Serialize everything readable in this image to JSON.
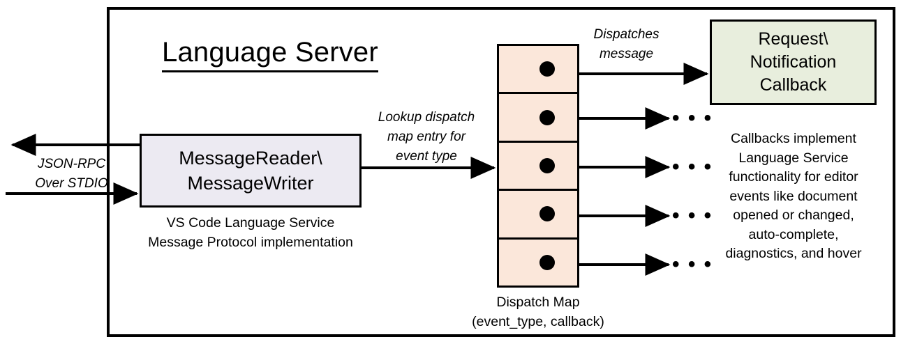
{
  "diagram": {
    "title": "Language Server",
    "io_label": "JSON-RPC\nOver STDIO",
    "io_label_line1": "JSON-RPC",
    "io_label_line2": "Over STDIO"
  },
  "message_reader": {
    "line1": "MessageReader\\",
    "line2": "MessageWriter",
    "caption_line1": "VS Code Language Service",
    "caption_line2": "Message Protocol implementation",
    "fill_color": "#eceaf2"
  },
  "lookup_arrow": {
    "label_line1": "Lookup dispatch",
    "label_line2": "map entry for",
    "label_line3": "event type"
  },
  "dispatch_map": {
    "caption_line1": "Dispatch Map",
    "caption_line2": "(event_type, callback)",
    "fill_color": "#fbe7da",
    "rows": [
      {
        "index": "1"
      },
      {
        "index": "2"
      },
      {
        "index": "3"
      },
      {
        "index": "4"
      },
      {
        "index": "5"
      }
    ]
  },
  "dispatches_arrow": {
    "label_line1": "Dispatches",
    "label_line2": "message"
  },
  "callback": {
    "line1": "Request\\",
    "line2": "Notification",
    "line3": "Callback",
    "fill_color": "#e8eedd",
    "caption_line1": "Callbacks implement",
    "caption_line2": "Language Service",
    "caption_line3": "functionality for editor",
    "caption_line4": "events like document",
    "caption_line5": "opened or changed,",
    "caption_line6": "auto-complete,",
    "caption_line7": "diagnostics, and hover"
  },
  "ellipses": {
    "mark": "• • •",
    "items": [
      {
        "mark": "• • •"
      },
      {
        "mark": "• • •"
      },
      {
        "mark": "• • •"
      },
      {
        "mark": "• • •"
      }
    ]
  },
  "colors": {
    "stroke": "#000000",
    "background": "#ffffff"
  }
}
